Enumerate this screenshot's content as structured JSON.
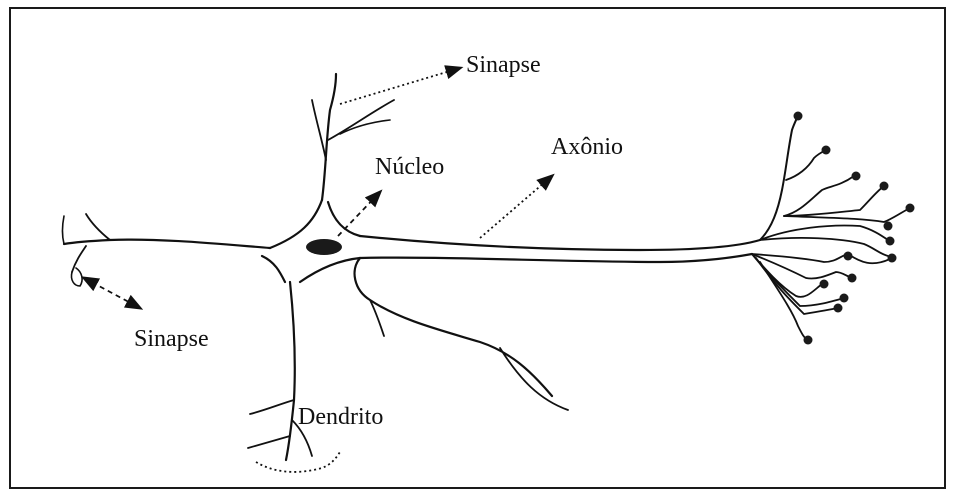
{
  "labels": {
    "synapse_top": "Sinapse",
    "nucleus": "Núcleo",
    "axon": "Axônio",
    "synapse_left": "Sinapse",
    "dendrite": "Dendrito"
  },
  "colors": {
    "ink": "#111111",
    "border": "#1a1a1a",
    "background": "#ffffff"
  }
}
